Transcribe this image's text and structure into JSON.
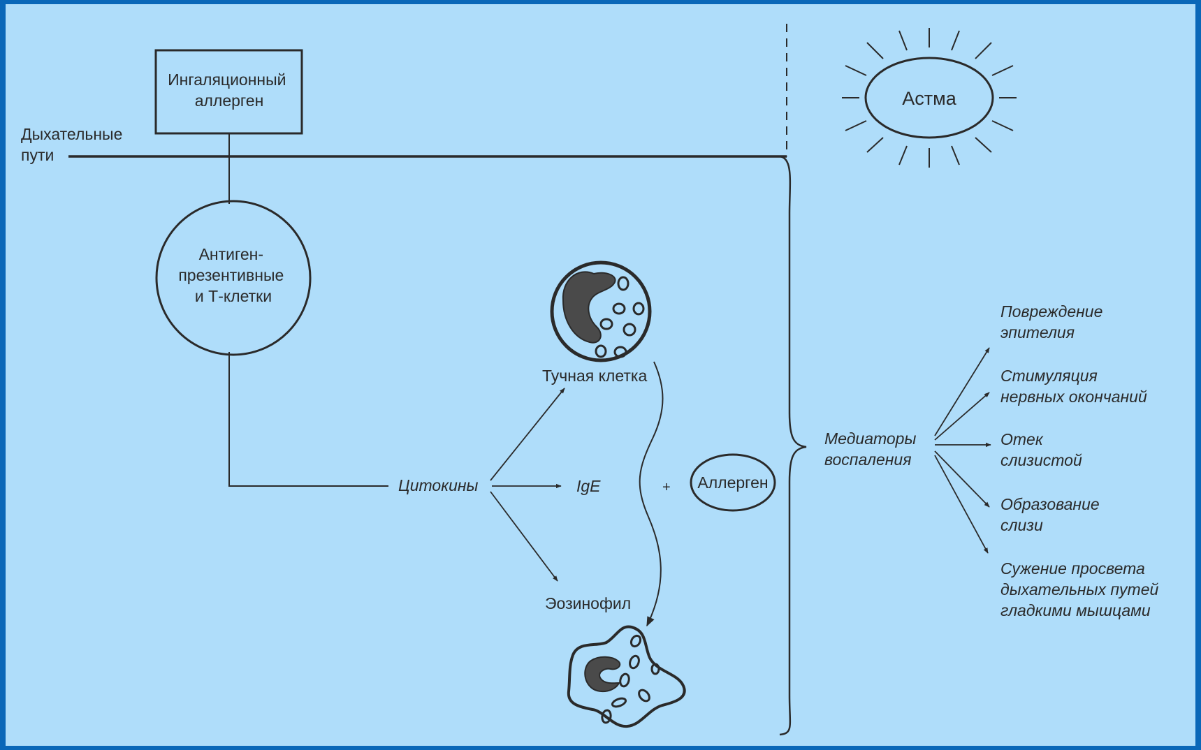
{
  "diagram": {
    "airways_label": [
      "Дыхательные",
      "пути"
    ],
    "inhaled_allergen": [
      "Ингаляционный",
      "аллерген"
    ],
    "apc": [
      "Антиген-",
      "презентивные",
      "и Т-клетки"
    ],
    "asthma": "Астма",
    "cytokines": "Цитокины",
    "ige": "IgE",
    "plus": "+",
    "allergen": "Аллерген",
    "mast_cell": "Тучная клетка",
    "eosinophil": "Эозинофил",
    "mediators": [
      "Медиаторы",
      "воспаления"
    ],
    "effects": [
      [
        "Повреждение",
        "эпителия"
      ],
      [
        "Стимуляция",
        "нервных окончаний"
      ],
      [
        "Отек",
        "слизистой"
      ],
      [
        "Образование",
        "слизи"
      ],
      [
        "Сужение просвета",
        "дыхательных путей",
        "гладкими мышцами"
      ]
    ]
  },
  "colors": {
    "background": "#afddfa",
    "border": "#0a67b8",
    "ink": "#2a2a2a",
    "nucleus": "#4a4a4a"
  }
}
